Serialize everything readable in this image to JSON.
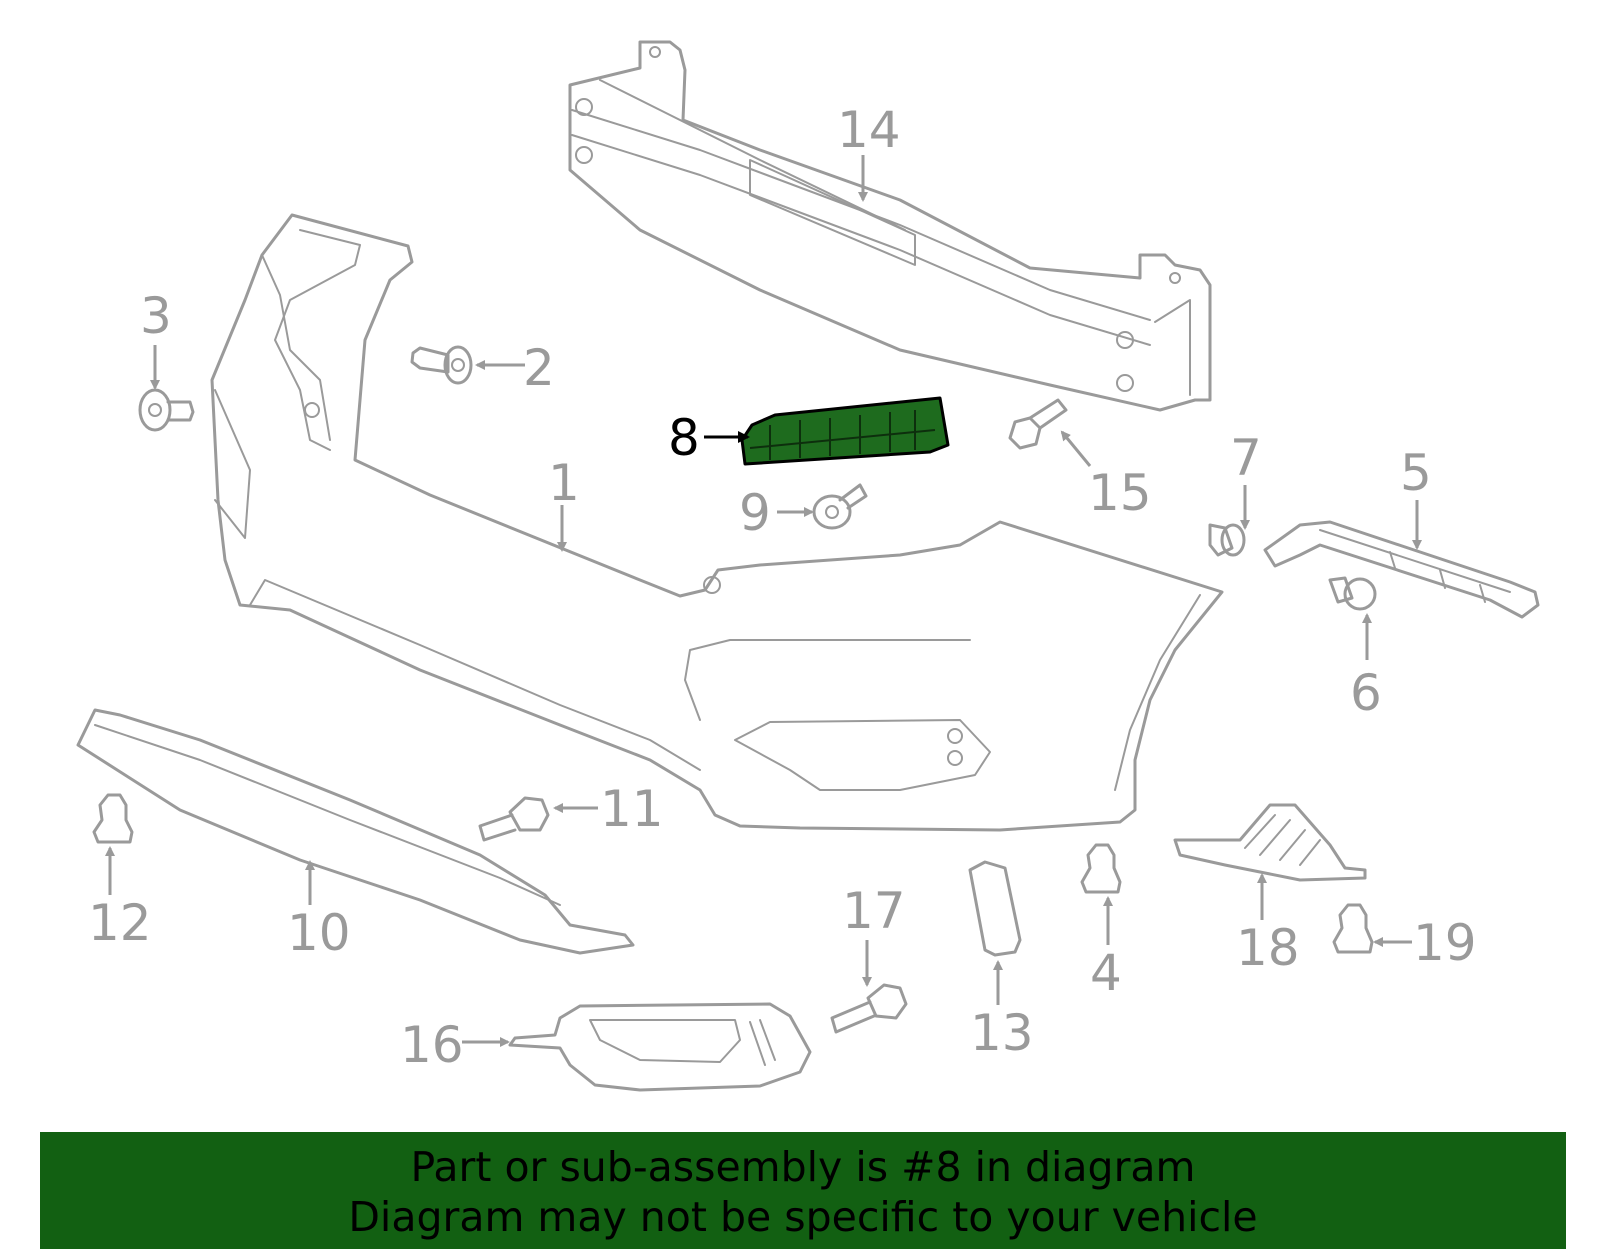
{
  "colors": {
    "highlight_fill": "#1e6b1e",
    "banner_bg": "#126012",
    "part_stroke": "#9a9a9a",
    "active_label": "#000000"
  },
  "callouts": {
    "c1": "1",
    "c2": "2",
    "c3": "3",
    "c4": "4",
    "c5": "5",
    "c6": "6",
    "c7": "7",
    "c8": "8",
    "c9": "9",
    "c10": "10",
    "c11": "11",
    "c12": "12",
    "c13": "13",
    "c14": "14",
    "c15": "15",
    "c16": "16",
    "c17": "17",
    "c18": "18",
    "c19": "19"
  },
  "banner": {
    "line1": "Part or sub-assembly is #8 in diagram",
    "line2": "Diagram may not be specific to your vehicle"
  }
}
